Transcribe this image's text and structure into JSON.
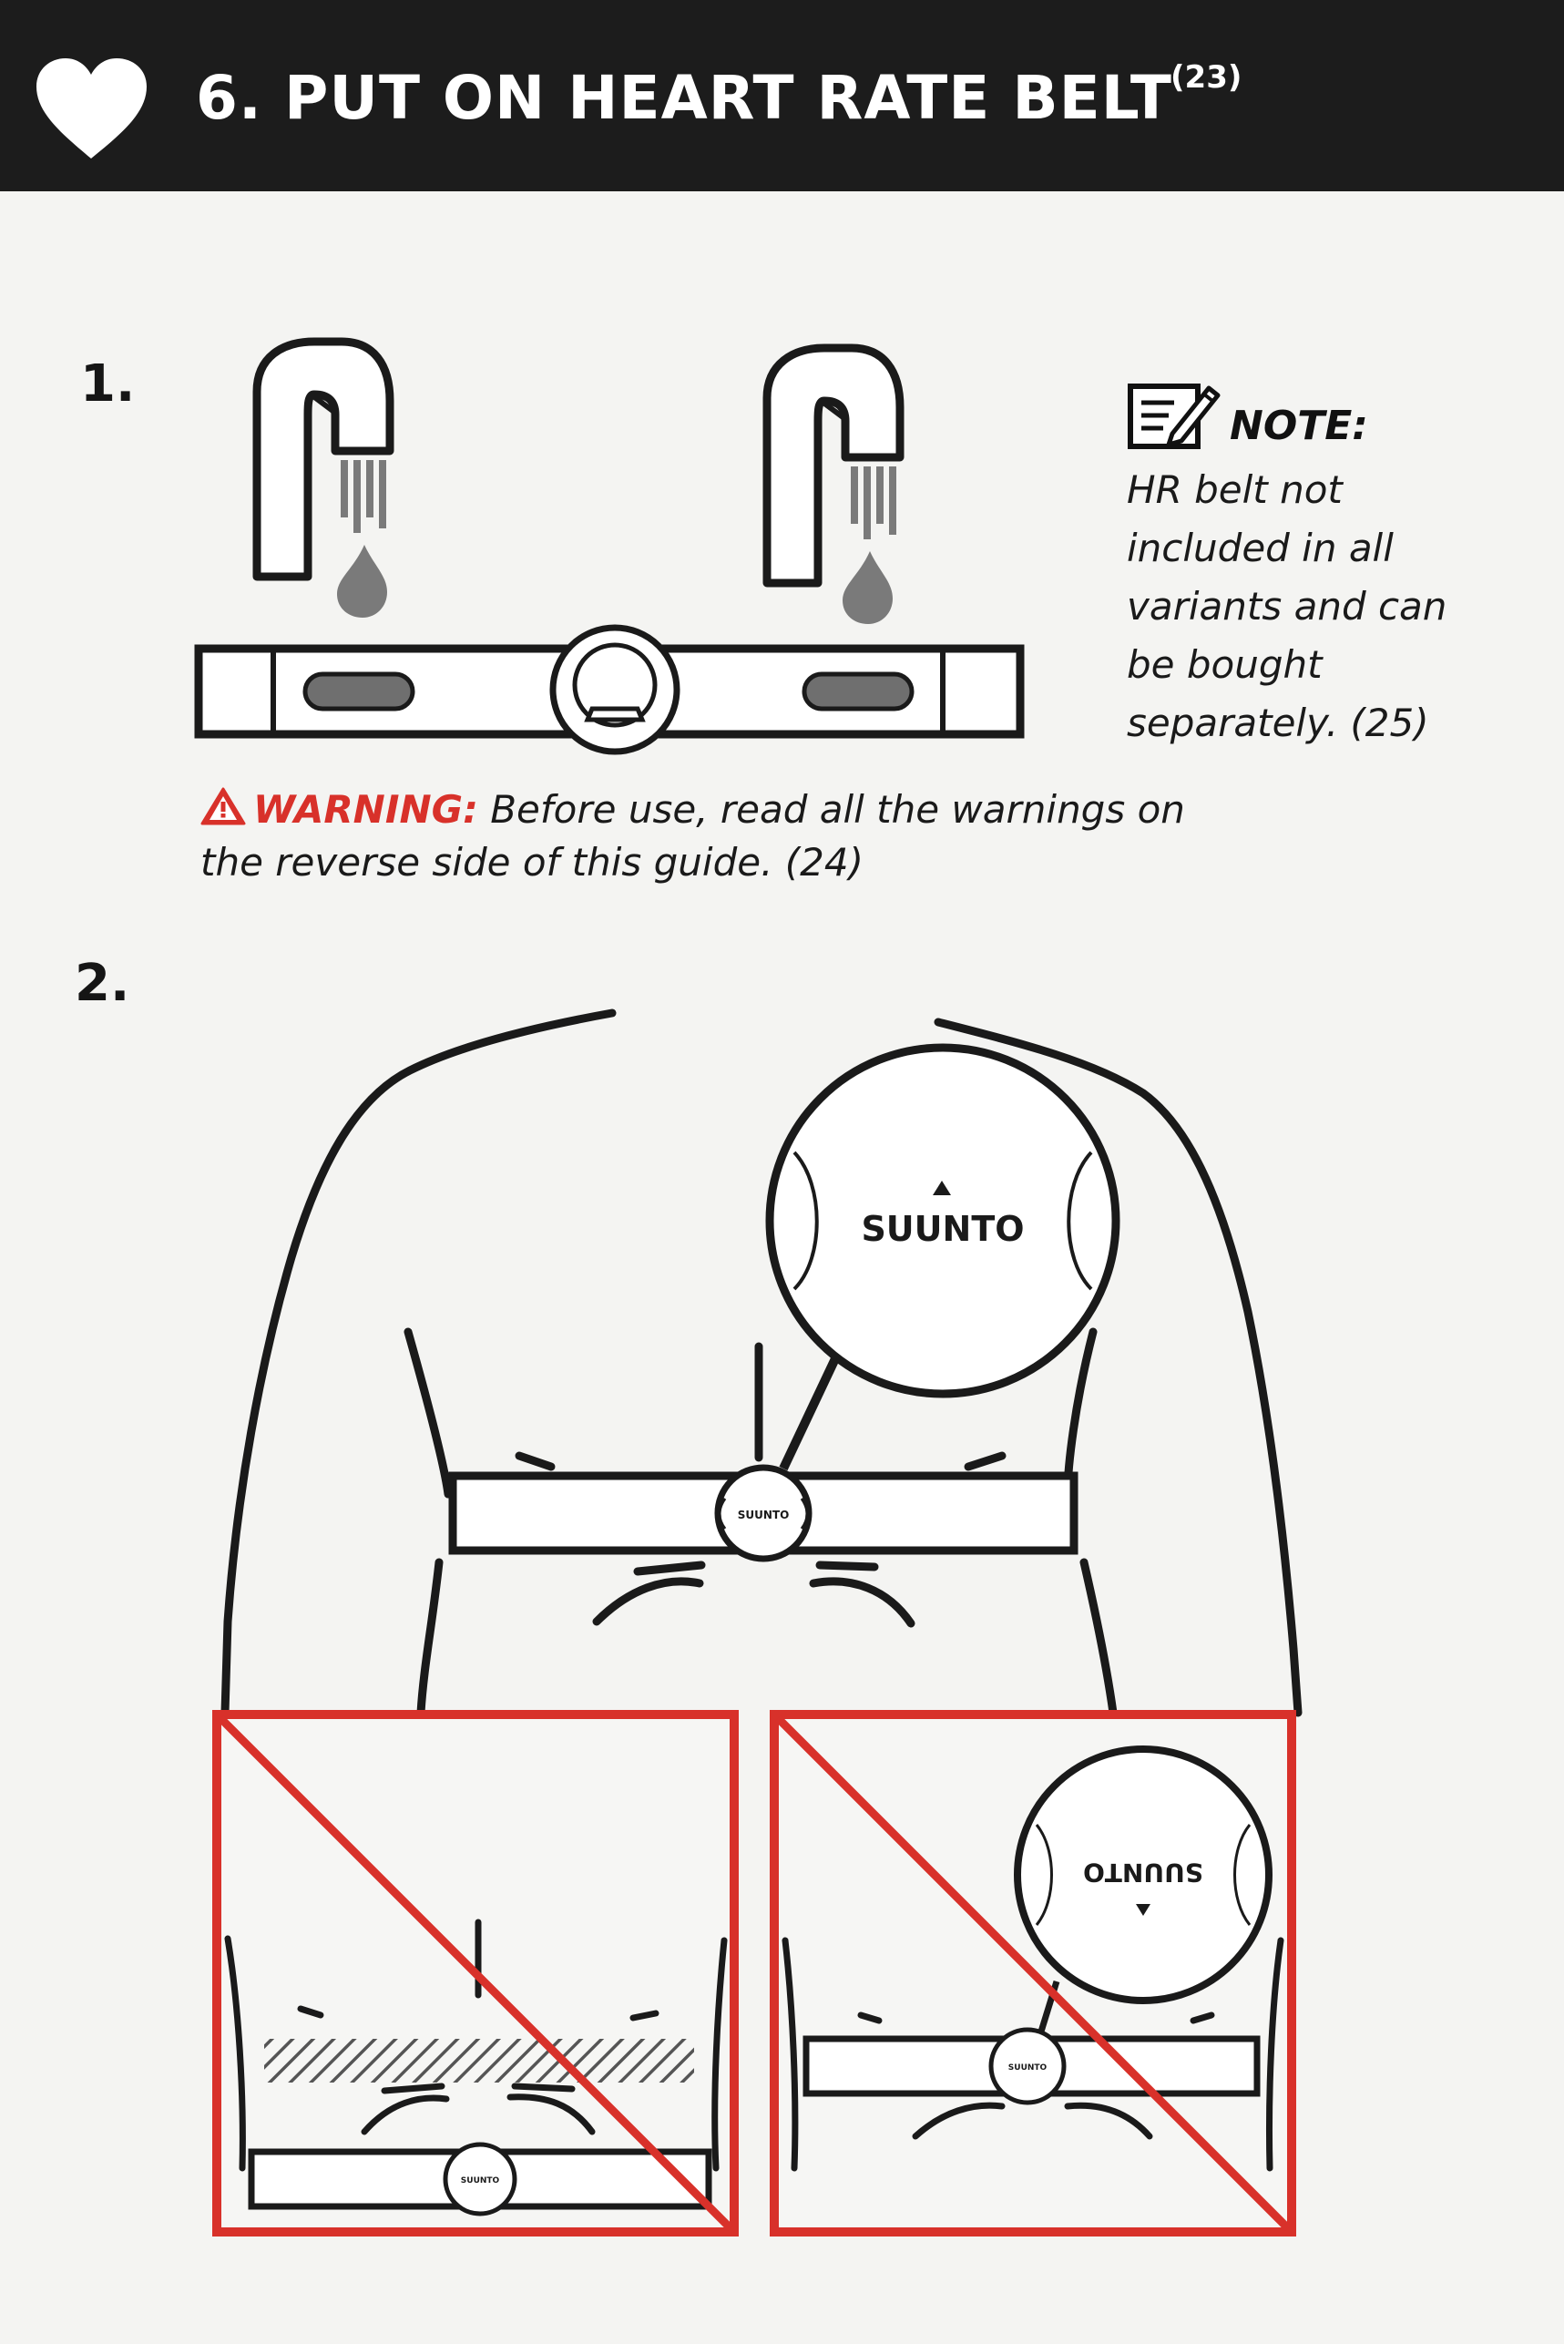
{
  "header": {
    "title": "6. PUT ON HEART RATE BELT",
    "ref": "(23)",
    "icon": "heart-icon"
  },
  "steps": {
    "step1": "1.",
    "step2": "2."
  },
  "note": {
    "icon": "note-pencil-icon",
    "title": "NOTE:",
    "text": "HR belt not included in all variants and can be bought separately. (25)"
  },
  "warning": {
    "icon": "warning-triangle-icon",
    "label": "WARNING:",
    "text": " Before use, read all the warnings on the reverse side of this guide. (24)"
  },
  "brand": {
    "logo": "SUUNTO"
  },
  "colors": {
    "header_bg": "#1c1c1c",
    "warning_red": "#d8312a",
    "line": "#1a1a1a",
    "water_gray": "#7a7a7a"
  }
}
